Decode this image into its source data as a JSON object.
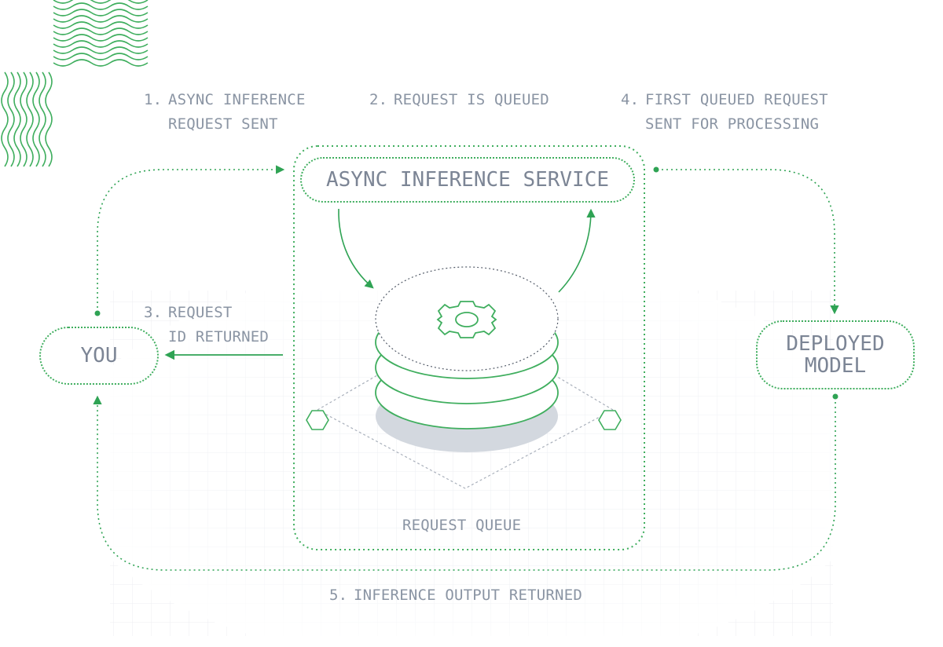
{
  "steps": {
    "s1": {
      "num": "1.",
      "line1": "ASYNC INFERENCE",
      "line2": "REQUEST SENT"
    },
    "s2": {
      "num": "2.",
      "line1": "REQUEST IS QUEUED"
    },
    "s3": {
      "num": "3.",
      "line1": "REQUEST",
      "line2": "ID RETURNED"
    },
    "s4": {
      "num": "4.",
      "line1": "FIRST QUEUED REQUEST",
      "line2": "SENT FOR PROCESSING"
    },
    "s5": {
      "num": "5.",
      "line1": "INFERENCE OUTPUT RETURNED"
    }
  },
  "nodes": {
    "you": "YOU",
    "service": "ASYNC INFERENCE SERVICE",
    "model_line1": "DEPLOYED",
    "model_line2": "MODEL",
    "queue": "REQUEST QUEUE"
  },
  "icons": [
    "gear-icon",
    "hexagon-icon",
    "wave-pattern"
  ],
  "colors": {
    "accent": "#2fa354",
    "text": "#8a94a3",
    "shadow": "#d3d8df",
    "grid": "#eef0f3"
  }
}
